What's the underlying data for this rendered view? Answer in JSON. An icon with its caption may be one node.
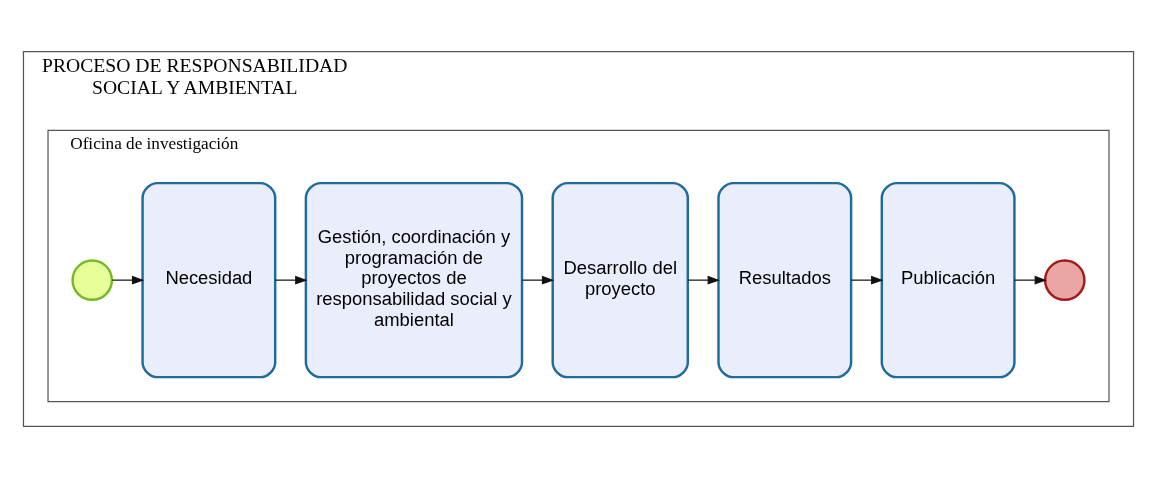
{
  "diagram": {
    "nodes": [
      {
        "text": [
          "PROCESO DE RESPONSABILIDAD SOCIAL Y AMBIENTAL"
        ]
      },
      {
        "text": [
          "Oficina de investigación"
        ],
        "in": 0
      },
      {
        "text": [],
        "shape": "circle",
        "in": 1
      },
      {
        "text": [
          "Necesidad"
        ],
        "in": 1
      },
      {
        "text": [
          "Gestión, coordinación y programación de proyectos de responsabilidad social y ambiental"
        ],
        "in": 1
      },
      {
        "text": [
          "Desarrollo del proyecto"
        ],
        "in": 1
      },
      {
        "text": [
          "Resultados"
        ],
        "in": 1
      },
      {
        "text": [
          "Publicación"
        ],
        "in": 1
      },
      {
        "text": [],
        "shape": "circle",
        "in": 1
      }
    ],
    "edges": [
      {
        "from": 2,
        "to": 3,
        "arrow": "to"
      },
      {
        "from": 3,
        "to": 4,
        "arrow": "to"
      },
      {
        "from": 4,
        "to": 5,
        "arrow": "to"
      },
      {
        "from": 5,
        "to": 6,
        "arrow": "to"
      },
      {
        "from": 6,
        "to": 7,
        "arrow": "to"
      },
      {
        "from": 7,
        "to": 8,
        "arrow": "to"
      }
    ]
  }
}
